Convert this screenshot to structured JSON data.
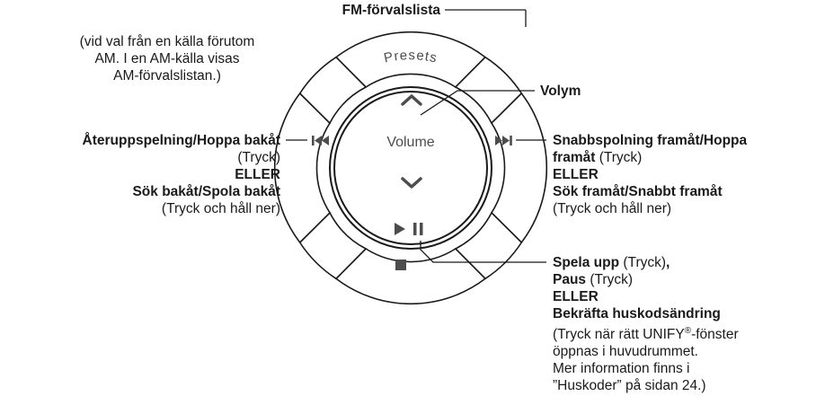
{
  "callouts": {
    "presets": {
      "title": "FM-förvalslista",
      "desc": [
        "(vid val från en källa förutom",
        "AM. I en AM-källa visas",
        "AM-förvalslistan.)"
      ]
    },
    "volume": {
      "title": "Volym"
    },
    "back": {
      "title": "Återuppspelning/Hoppa bakåt",
      "press": "(Tryck)",
      "or": "ELLER",
      "alt": "Sök bakåt/Spola bakåt",
      "hold": "(Tryck och håll ner)"
    },
    "forward": {
      "title1": "Snabbspolning framåt/Hoppa",
      "title2": "framåt",
      "press": " (Tryck)",
      "or": "ELLER",
      "alt": "Sök framåt/Snabbt framåt",
      "hold": "(Tryck och håll ner)"
    },
    "play": {
      "play": "Spela upp",
      "play_press": " (Tryck)",
      "comma": ",",
      "pause": "Paus",
      "pause_press": " (Tryck)",
      "or": "ELLER",
      "confirm": "Bekräfta huskodsändring",
      "desc1_pre": "(Tryck när rätt UNIFY",
      "desc1_reg": "®",
      "desc1_post": "-fönster",
      "desc2": "öppnas i huvudrummet.",
      "desc3": "Mer information finns i",
      "desc4": "”Huskoder” på sidan 24.)"
    }
  },
  "controller": {
    "presets_label": "Presets",
    "volume_label": "Volume",
    "icons": [
      "previous-icon",
      "next-icon",
      "play-icon",
      "pause-icon",
      "stop-icon",
      "chevron-up-icon",
      "chevron-down-icon"
    ]
  }
}
